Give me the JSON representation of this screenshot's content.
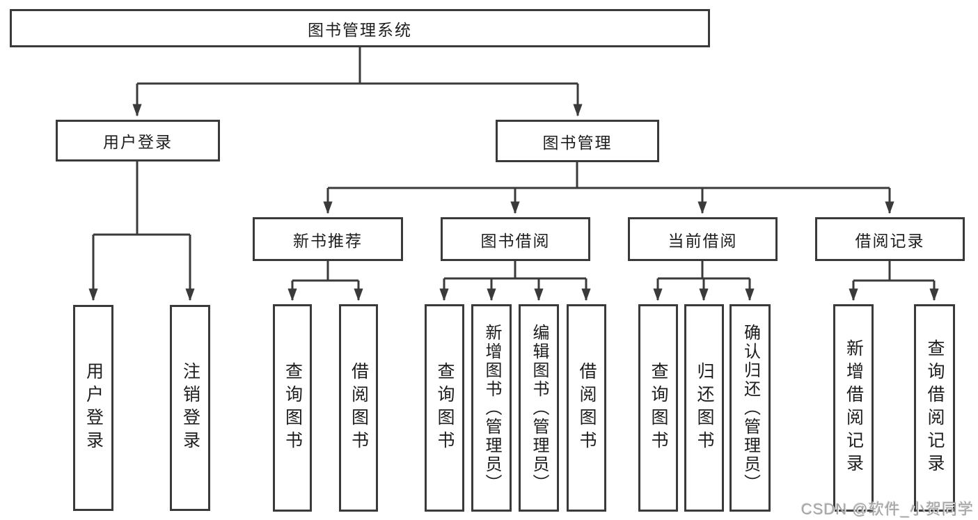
{
  "diagram": {
    "root": {
      "label": "图书管理系统"
    },
    "level2": {
      "user_login": {
        "label": "用户登录"
      },
      "book_mgmt": {
        "label": "图书管理"
      }
    },
    "level3": {
      "new_book_rec": {
        "label": "新书推荐"
      },
      "book_borrow": {
        "label": "图书借阅"
      },
      "current_borrow": {
        "label": "当前借阅"
      },
      "borrow_record": {
        "label": "借阅记录"
      }
    },
    "leaves": {
      "user_login_leaf": {
        "label": "用户登录"
      },
      "logout": {
        "label": "注销登录"
      },
      "rec_query": {
        "label": "查询图书"
      },
      "rec_borrow": {
        "label": "借阅图书"
      },
      "bb_query": {
        "label": "查询图书"
      },
      "bb_add": {
        "label": "新增图书（管理员）"
      },
      "bb_edit": {
        "label": "编辑图书（管理员）"
      },
      "bb_borrow": {
        "label": "借阅图书"
      },
      "cb_query": {
        "label": "查询图书"
      },
      "cb_return": {
        "label": "归还图书"
      },
      "cb_confirm": {
        "label": "确认归还（管理员）"
      },
      "br_add": {
        "label": "新增借阅记录"
      },
      "br_query": {
        "label": "查询借阅记录"
      }
    }
  },
  "watermark": {
    "text": "CSDN @软件_小贺同学"
  },
  "colors": {
    "line": "#3a3a3a",
    "text": "#1d1d1d",
    "watermark": "#a3a3a3",
    "background": "#ffffff"
  }
}
